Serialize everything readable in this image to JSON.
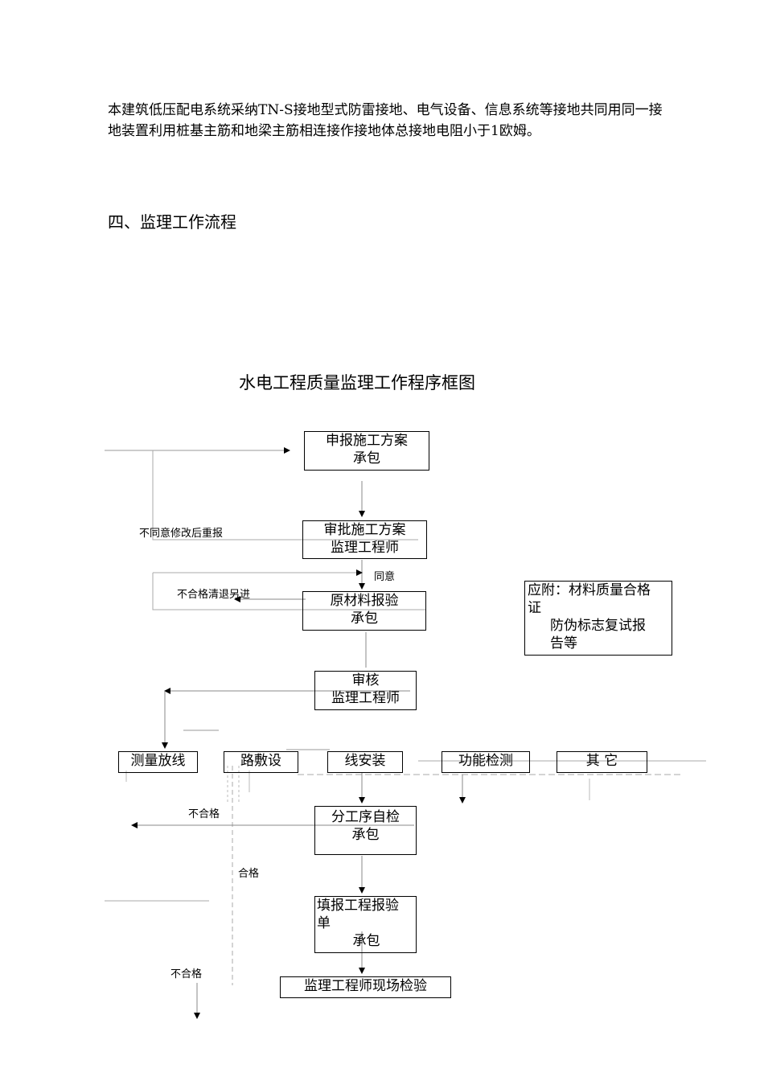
{
  "body": {
    "paragraph": "本建筑低压配电系统采纳TN-S接地型式防雷接地、电气设备、信息系统等接地共同用同一接地装置利用桩基主筋和地梁主筋相连接作接地体总接地电阻小于1欧姆。",
    "section_heading": "四、监理工作流程"
  },
  "flowchart": {
    "title": "水电工程质量监理工作程序框图",
    "boxes": {
      "submit_plan": {
        "line1": "申报施工方案",
        "line2": "承包"
      },
      "approve_plan": {
        "line1": "审批施工方案",
        "line2": "监理工程师"
      },
      "material_check": {
        "line1": "原材料报验",
        "line2": "承包"
      },
      "review": {
        "line1": "审核",
        "line2": "监理工程师"
      },
      "survey": {
        "label": "测量放线"
      },
      "road_laying": {
        "label": "路敷设"
      },
      "line_install": {
        "label": "线安装"
      },
      "function_test": {
        "label": "功能检测"
      },
      "other": {
        "label": "其 它"
      },
      "self_check": {
        "line1": "分工序自检",
        "line2": "承包"
      },
      "fill_report": {
        "line1": "填报工程报验",
        "line2": "单",
        "line3": "承包"
      },
      "site_inspection": {
        "label": "监理工程师现场检验"
      },
      "attachment_note": {
        "line1": "应附：材料质量合格",
        "line2": "证",
        "line3": "防伪标志复试报",
        "line4": "告等"
      }
    },
    "labels": {
      "disagree_resubmit": "不同意修改后重报",
      "agree": "同意",
      "unqualified_return": "不合格清退另进",
      "unqualified_1": "不合格",
      "qualified": "合格",
      "unqualified_2": "不合格"
    }
  }
}
